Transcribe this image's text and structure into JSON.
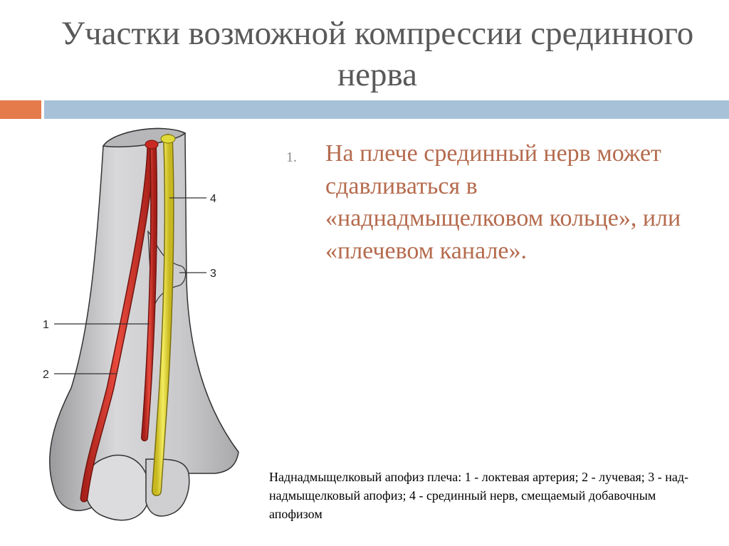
{
  "slide": {
    "title": "Участки возможной компрессии срединного нерва",
    "bullet_number": "1.",
    "bullet_text": "На плече срединный нерв может сдавливаться в «наднадмыщелковом кольце», или «плечевом канале».",
    "caption": "Наднадмыщелковый апофиз плеча: 1 - локтевая артерия; 2 - лучевая; 3 - над-надмыщелковый апофиз; 4 - срединный нерв, смещаемый добавочным апофизом"
  },
  "illustration": {
    "labels": [
      "1",
      "2",
      "3",
      "4"
    ]
  },
  "colors": {
    "title": "#595959",
    "bullet_text": "#b56b4e",
    "accent_orange": "#e57a4a",
    "accent_blue": "#a7c1d9",
    "artery_red": "#d9342b",
    "nerve_yellow": "#e8e040",
    "bone_gray": "#cfcfd1"
  }
}
